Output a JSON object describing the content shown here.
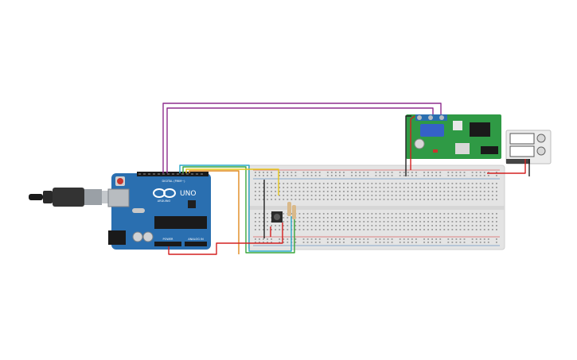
{
  "arduino": {
    "brand": "UNO",
    "sublabel": "ARDUINO",
    "digital_header": "DIGITAL (PWM~)",
    "power_header": "POWER",
    "analog_header": "ANALOG IN",
    "board_color": "#2a6fb0"
  },
  "colors": {
    "wire_purple": "#8e2d8e",
    "wire_red": "#d42020",
    "wire_black": "#222222",
    "wire_yellow": "#e6c619",
    "wire_green": "#3aa63a",
    "wire_cyan": "#2aa9c9",
    "wire_orange": "#e08a1e",
    "module_green": "#2f9a45",
    "breadboard": "#e4e4e4"
  },
  "icons": {
    "usb": "usb-cable-icon",
    "infinity": "arduino-infinity-icon"
  }
}
